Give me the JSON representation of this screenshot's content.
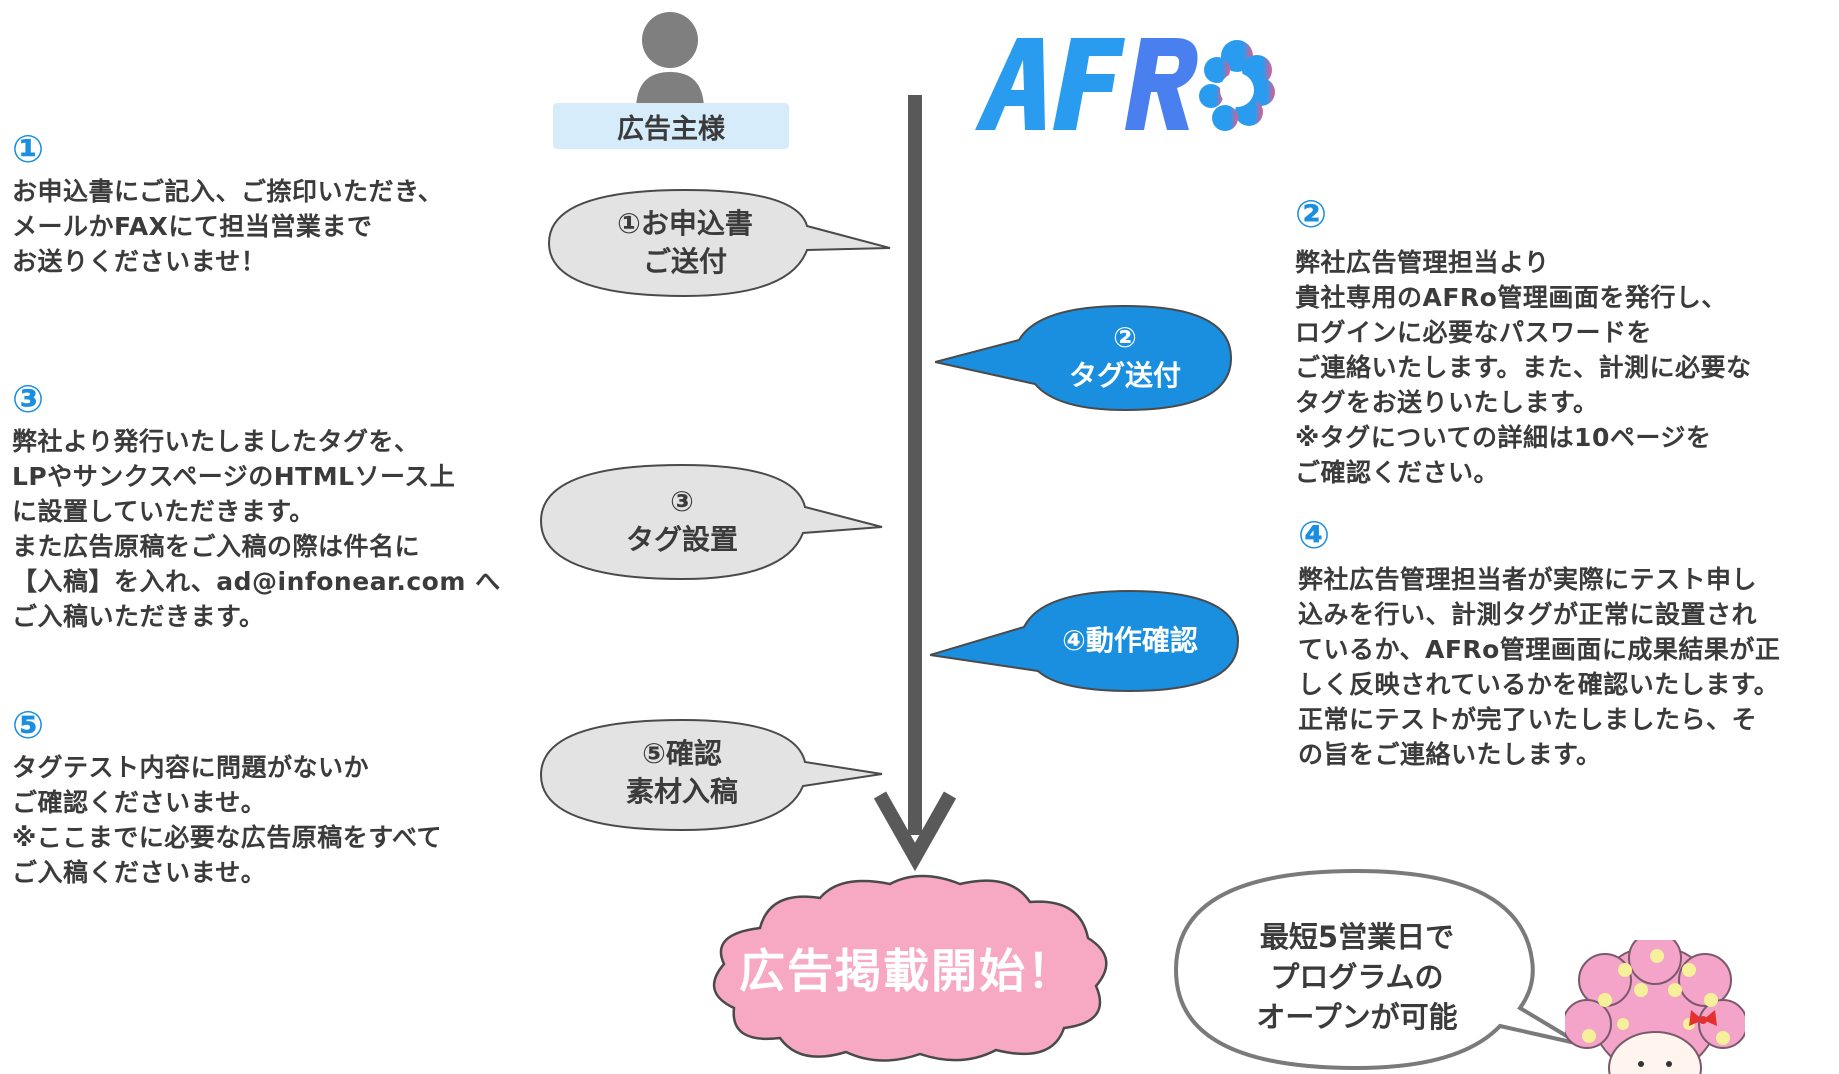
{
  "advertiser": {
    "label": "広告主様"
  },
  "logo": {
    "text": "AFRo"
  },
  "left_steps": [
    {
      "number": "①",
      "text": "お申込書にご記入、ご捺印いただき、\nメールかFAXにて担当営業まで\nお送りくださいませ！"
    },
    {
      "number": "③",
      "text": "弊社より発行いたしましたタグを、\nLPやサンクスページのHTMLソース上\nに設置していただきます。\nまた広告原稿をご入稿の際は件名に\n【入稿】を入れ、ad@infonear.com へ\nご入稿いただきます。"
    },
    {
      "number": "⑤",
      "text": "タグテスト内容に問題がないか\nご確認くださいませ。\n※ここまでに必要な広告原稿をすべて\nご入稿くださいませ。"
    }
  ],
  "right_steps": [
    {
      "number": "②",
      "text": "弊社広告管理担当より\n貴社専用のAFRo管理画面を発行し、\nログインに必要なパスワードを\nご連絡いたします。また、計測に必要な\nタグをお送りいたします。\n※タグについての詳細は10ページを\nご確認ください。"
    },
    {
      "number": "④",
      "text": "弊社広告管理担当者が実際にテスト申し\n込みを行い、計測タグが正常に設置され\nているか、AFRo管理画面に成果結果が正\nしく反映されているかを確認いたします。\n正常にテストが完了いたしましたら、そ\nの旨をご連絡いたします。"
    }
  ],
  "bubbles": [
    {
      "label": "①お申込書\nご送付",
      "style": "gray"
    },
    {
      "label": "②\nタグ送付",
      "style": "blue"
    },
    {
      "label": "③\nタグ設置",
      "style": "gray"
    },
    {
      "label": "④動作確認",
      "style": "blue"
    },
    {
      "label": "⑤確認\n素材入稿",
      "style": "gray"
    }
  ],
  "result": {
    "label": "広告掲載開始！"
  },
  "speech": {
    "text": "最短5営業日で\nプログラムの\nオープンが可能"
  },
  "colors": {
    "accent_blue": "#1a8fe0",
    "bubble_gray": "#e3e3e3",
    "bubble_blue": "#1a8fe0",
    "arrow": "#595959",
    "cloud_pink": "#f7a9c4",
    "label_bg": "#d6ecfa",
    "text": "#3b3b3b"
  },
  "icons": [
    "person-icon",
    "down-arrow-icon",
    "mascot-icon"
  ]
}
